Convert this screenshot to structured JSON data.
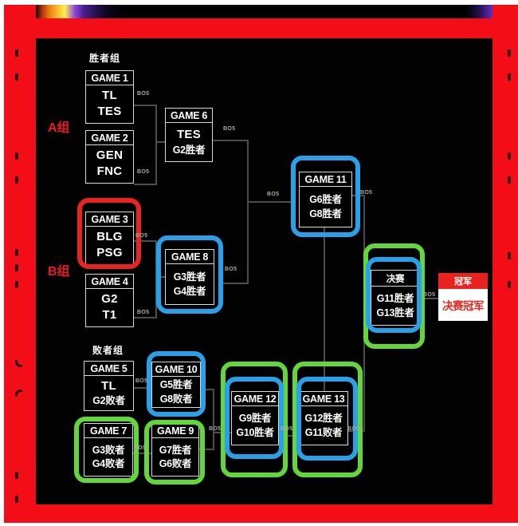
{
  "labels": {
    "winners_group": "胜者组",
    "losers_group": "败者组",
    "group_a": "A组",
    "group_b": "B组",
    "bo5": "BO5"
  },
  "games": {
    "g1": {
      "title": "GAME 1",
      "rows": [
        "TL",
        "TES"
      ]
    },
    "g2": {
      "title": "GAME 2",
      "rows": [
        "GEN",
        "FNC"
      ]
    },
    "g3": {
      "title": "GAME 3",
      "rows": [
        "BLG",
        "PSG"
      ]
    },
    "g4": {
      "title": "GAME 4",
      "rows": [
        "G2",
        "T1"
      ]
    },
    "g5": {
      "title": "GAME 5",
      "rows": [
        "TL",
        "G2败者"
      ]
    },
    "g6": {
      "title": "GAME 6",
      "rows": [
        "TES",
        "G2胜者"
      ]
    },
    "g7": {
      "title": "GAME 7",
      "rows": [
        "G3败者",
        "G4败者"
      ]
    },
    "g8": {
      "title": "GAME 8",
      "rows": [
        "G3胜者",
        "G4胜者"
      ]
    },
    "g9": {
      "title": "GAME 9",
      "rows": [
        "G7胜者",
        "G6败者"
      ]
    },
    "g10": {
      "title": "GAME 10",
      "rows": [
        "G5胜者",
        "G8败者"
      ]
    },
    "g11": {
      "title": "GAME 11",
      "rows": [
        "G6胜者",
        "G8胜者"
      ]
    },
    "g12": {
      "title": "GAME 12",
      "rows": [
        "G9胜者",
        "G10胜者"
      ]
    },
    "g13": {
      "title": "GAME 13",
      "rows": [
        "G12胜者",
        "G11败者"
      ]
    },
    "finals": {
      "title": "决赛",
      "rows": [
        "G11胜者",
        "G13胜者"
      ]
    },
    "champion": {
      "title": "冠军",
      "body": "决赛冠军"
    }
  },
  "colors": {
    "frame_red": "#f20d17",
    "highlight_red": "#e62420",
    "highlight_blue": "#2aa0e8",
    "highlight_green": "#62d63b",
    "champion_red": "#e8231d",
    "connector_gray": "#4d4d4d",
    "bo5_gray": "#a8a8a8"
  }
}
